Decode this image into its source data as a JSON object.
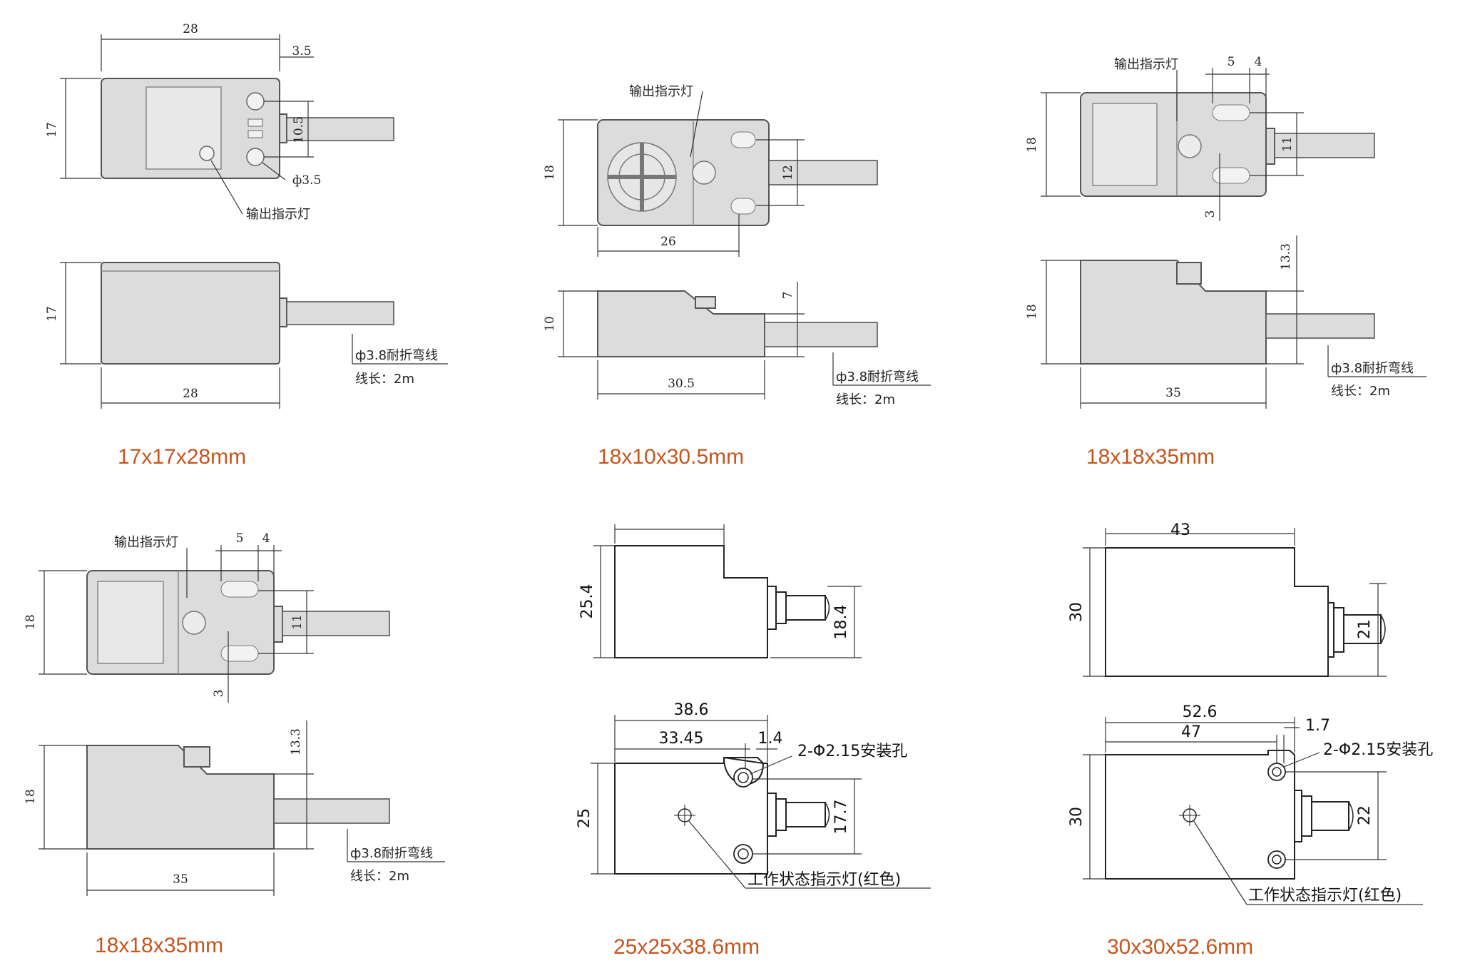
{
  "drawing_1": {
    "caption": "17x17x28mm",
    "front": {
      "width": "28",
      "gap": "3.5",
      "height": "17",
      "hole_pitch": "10.5",
      "hole_dia": "ф3.5",
      "indicator_label": "输出指示灯"
    },
    "side": {
      "height": "17",
      "length": "28",
      "cable_note": "ф3.8耐折弯线",
      "cable_length": "线长：2m"
    }
  },
  "drawing_2": {
    "caption": "18x10x30.5mm",
    "front": {
      "indicator_label": "输出指示灯",
      "height": "18",
      "hole_pitch": "12",
      "width": "26"
    },
    "side": {
      "height": "10",
      "step": "7",
      "length": "30.5",
      "cable_note": "ф3.8耐折弯线",
      "cable_length": "线长：2m"
    }
  },
  "drawing_3": {
    "caption": "18x18x35mm",
    "front": {
      "indicator_label": "输出指示灯",
      "slot_width": "5",
      "edge": "4",
      "height": "18",
      "hole_pitch": "11",
      "offset": "3"
    },
    "side": {
      "step": "13.3",
      "height": "18",
      "length": "35",
      "cable_note": "ф3.8耐折弯线",
      "cable_length": "线长：2m"
    }
  },
  "drawing_4": {
    "caption": "18x18x35mm",
    "front": {
      "indicator_label": "输出指示灯",
      "slot_width": "5",
      "edge": "4",
      "height": "18",
      "hole_pitch": "11",
      "offset": "3"
    },
    "side": {
      "step": "13.3",
      "height": "18",
      "length": "35",
      "cable_note": "ф3.8耐折弯线",
      "cable_length": "线长：2m"
    }
  },
  "drawing_5": {
    "caption": "25x25x38.6mm",
    "side": {
      "height": "25.4",
      "cable_height": "18.4"
    },
    "top": {
      "length": "38.6",
      "inner_length": "33.45",
      "edge": "1.4",
      "height": "25",
      "hole_pitch": "17.7",
      "mount_holes": "2-Φ2.15安装孔",
      "indicator_label": "工作状态指示灯(红色)"
    }
  },
  "drawing_6": {
    "caption": "30x30x52.6mm",
    "side": {
      "width": "43",
      "height": "30",
      "cable_height": "21"
    },
    "top": {
      "length": "52.6",
      "inner_length": "47",
      "edge": "1.7",
      "height": "30",
      "hole_pitch": "22",
      "mount_holes": "2-Φ2.15安装孔",
      "indicator_label": "工作状态指示灯(红色)"
    }
  }
}
